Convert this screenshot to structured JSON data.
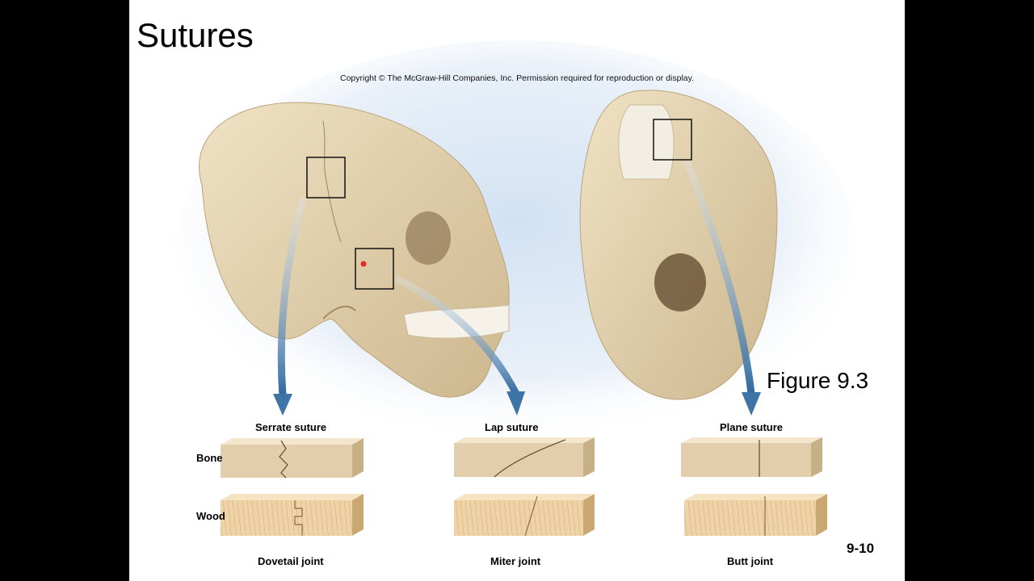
{
  "slide": {
    "title": "Sutures",
    "copyright": "Copyright © The McGraw-Hill Companies, Inc. Permission required for reproduction or display.",
    "figure_label": "Figure 9.3",
    "page_number": "9-10"
  },
  "sutures": [
    {
      "name": "Serrate suture",
      "joint": "Dovetail joint"
    },
    {
      "name": "Lap suture",
      "joint": "Miter joint"
    },
    {
      "name": "Plane suture",
      "joint": "Butt joint"
    }
  ],
  "row_labels": {
    "bone": "Bone",
    "wood": "Wood"
  },
  "colors": {
    "bone": "#e8d7b5",
    "wood": "#edd3a6",
    "arrow": "#3f74a6",
    "background_glow": "#dbe7f4"
  }
}
